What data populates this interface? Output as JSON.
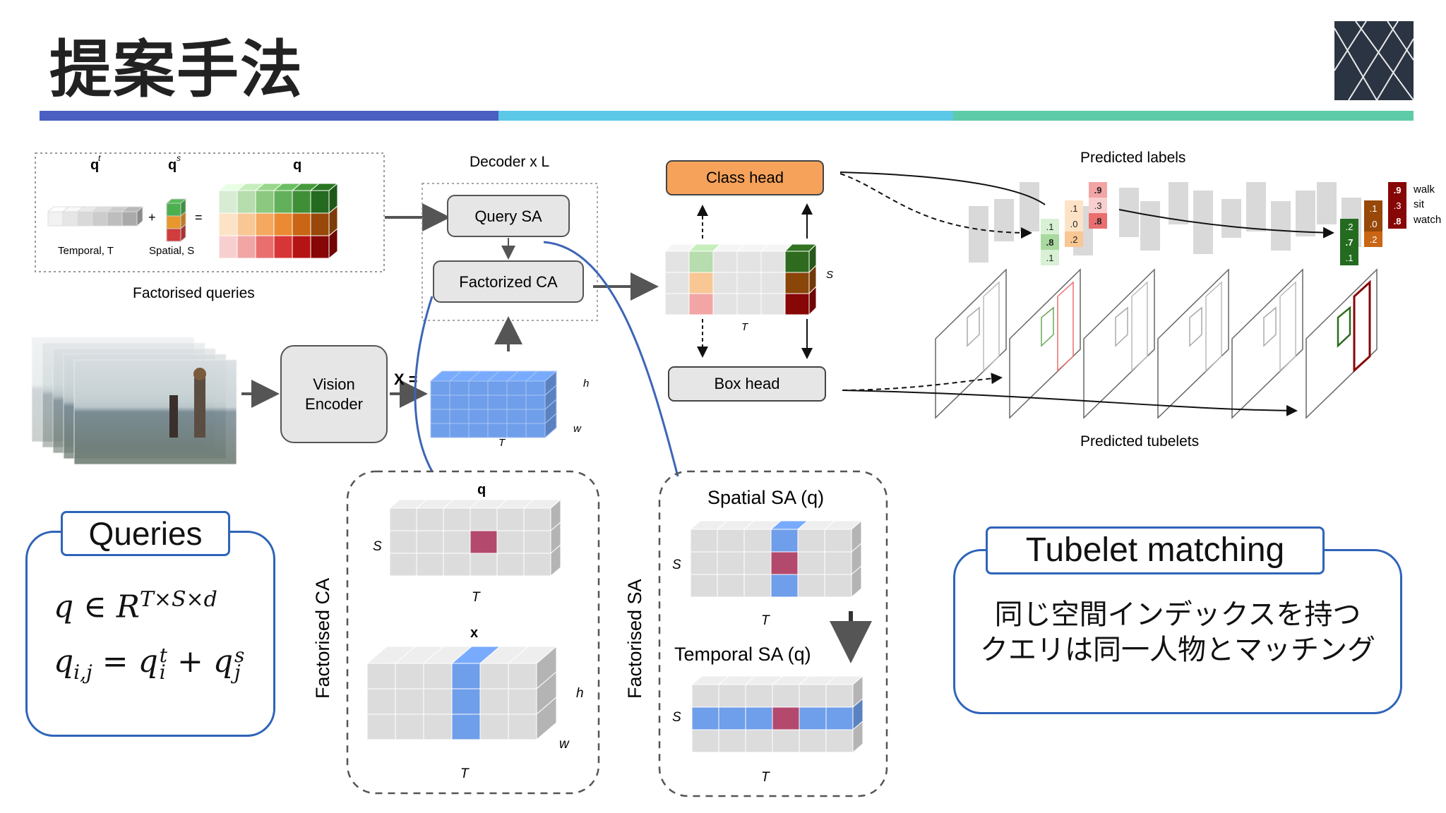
{
  "title": "提案手法",
  "colors": {
    "bar_blue": "#4A5FC1",
    "bar_cyan": "#5BC8E8",
    "bar_teal": "#5ECBA8",
    "cube_blue": "#6F9EEA",
    "highlight": "#B34A6E",
    "box_outline": "#2E64B8",
    "class_head": "#F6A25B"
  },
  "diagram": {
    "factorised": {
      "q_t": "q",
      "q_t_sup": "t",
      "q_s": "q",
      "q_s_sup": "s",
      "q": "q",
      "plus": "+",
      "equals": "=",
      "temporal_label": "Temporal, T",
      "spatial_label": "Spatial, S",
      "caption": "Factorised queries"
    },
    "decoder_label": "Decoder x L",
    "query_sa": "Query SA",
    "factorized_ca": "Factorized CA",
    "vision_encoder_line1": "Vision",
    "vision_encoder_line2": "Encoder",
    "x_label": "X =",
    "feature_h": "h",
    "feature_w": "w",
    "feature_t": "T",
    "class_head": "Class head",
    "box_head": "Box head",
    "grid_s": "S",
    "grid_t": "T",
    "predicted_labels": "Predicted labels",
    "predicted_tubelets": "Predicted tubelets",
    "action_labels": [
      "walk",
      "sit",
      "watch"
    ],
    "label_stacks": [
      {
        "values": [
          ".1",
          ".8",
          ".1"
        ]
      },
      {
        "values": [
          ".1",
          ".0",
          ".2"
        ]
      },
      {
        "values": [
          ".9",
          ".3",
          ".8"
        ]
      },
      {
        "values": [
          ".2",
          ".7",
          ".1"
        ]
      },
      {
        "values": [
          ".1",
          ".0",
          ".2"
        ]
      },
      {
        "values": [
          ".9",
          ".3",
          ".8"
        ]
      }
    ]
  },
  "queries_box": {
    "title": "Queries",
    "formula1": "q ∈ R",
    "formula1_sup": "T×S×d",
    "formula2": "q",
    "formula2_sub": "i,j",
    "formula2_eq": "= q",
    "formula2_t_sup": "t",
    "formula2_t_sub": "i",
    "formula2_plus": "+ q",
    "formula2_s_sup": "s",
    "formula2_s_sub": "j"
  },
  "ca_panel": {
    "vertical_label": "Factorised CA",
    "q_label": "q",
    "x_label": "x",
    "s_label": "S",
    "t_label": "T",
    "h_label": "h",
    "w_label": "w",
    "t2_label": "T"
  },
  "sa_panel": {
    "vertical_label": "Factorised SA",
    "spatial_title": "Spatial SA (q)",
    "temporal_title": "Temporal SA (q)",
    "s_label": "S",
    "t_label": "T",
    "s2_label": "S",
    "t2_label": "T"
  },
  "tubelet_box": {
    "title": "Tubelet matching",
    "line1": "同じ空間インデックスを持つ",
    "line2": "クエリは同一人物とマッチング"
  }
}
